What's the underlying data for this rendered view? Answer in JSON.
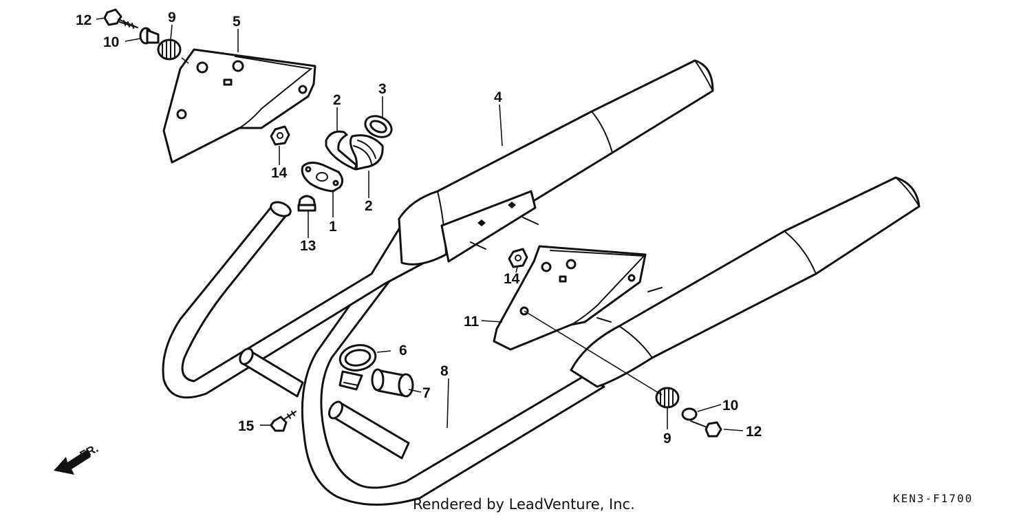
{
  "diagram": {
    "callouts": [
      "12",
      "9",
      "5",
      "10",
      "2",
      "3",
      "4",
      "14",
      "2",
      "1",
      "13",
      "14",
      "11",
      "6",
      "8",
      "7",
      "10",
      "12",
      "15",
      "9"
    ],
    "direction_label": "FR.",
    "footer_text": "Rendered by LeadVenture, Inc.",
    "diagram_code": "KEN3-F1700"
  }
}
